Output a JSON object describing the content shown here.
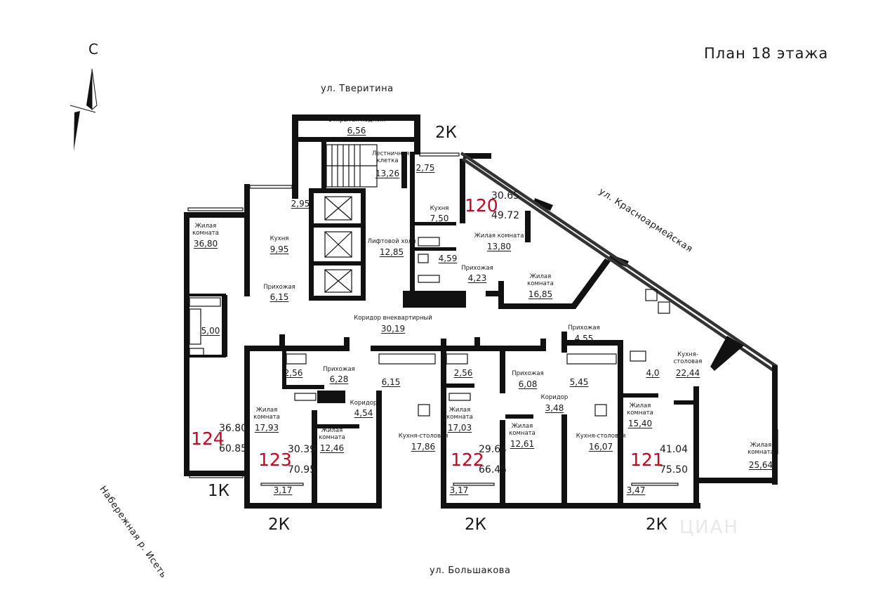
{
  "plan_title": "План 18 этажа",
  "north_label": "С",
  "streets": {
    "top": "ул. Тверитина",
    "diagonal": "ул. Красноармейская",
    "left": "Набережная р. Исеть",
    "bottom": "ул. Большакова"
  },
  "room_types": {
    "top": "2К",
    "left": "1К",
    "bottom_left": "2К",
    "bottom_middle": "2К",
    "bottom_right": "2К"
  },
  "watermark": "ЦИАН",
  "apartments": [
    {
      "number": "120",
      "living": "30.65",
      "total": "49.72"
    },
    {
      "number": "124",
      "living": "36.80",
      "total": "60.85"
    },
    {
      "number": "123",
      "living": "30.39",
      "total": "70.95"
    },
    {
      "number": "122",
      "living": "29.64",
      "total": "66.45"
    },
    {
      "number": "121",
      "living": "41.04",
      "total": "75.50"
    }
  ],
  "rooms": [
    {
      "name": "Открытая лоджия",
      "area": "6,56"
    },
    {
      "name": "Лестничная клетка",
      "area": "13,26"
    },
    {
      "name": "Лифтовой холл",
      "area": "12,85"
    },
    {
      "name": "Коридор внеквартирный",
      "area": "30,19"
    },
    {
      "name": "",
      "area": "2,75"
    },
    {
      "name": "Кухня",
      "area": "7,50"
    },
    {
      "name": "",
      "area": "4,59"
    },
    {
      "name": "Жилая комната",
      "area": "13,80"
    },
    {
      "name": "Прихожая",
      "area": "4,23"
    },
    {
      "name": "Жилая комната",
      "area": "16,85"
    },
    {
      "name": "",
      "area": "2,95"
    },
    {
      "name": "Кухня",
      "area": "9,95"
    },
    {
      "name": "Прихожая",
      "area": "6,15"
    },
    {
      "name": "Жилая комната",
      "area": "36,80"
    },
    {
      "name": "",
      "area": "5,00"
    },
    {
      "name": "",
      "area": "2,56"
    },
    {
      "name": "Прихожая",
      "area": "6,28"
    },
    {
      "name": "Коридор",
      "area": "4,54"
    },
    {
      "name": "Жилая комната",
      "area": "17,93"
    },
    {
      "name": "Жилая комната",
      "area": "12,46"
    },
    {
      "name": "",
      "area": "3,17"
    },
    {
      "name": "",
      "area": "6,15"
    },
    {
      "name": "Кухня-столовая",
      "area": "17,86"
    },
    {
      "name": "",
      "area": "2,56"
    },
    {
      "name": "Жилая комната",
      "area": "17,03"
    },
    {
      "name": "",
      "area": "3,17"
    },
    {
      "name": "Прихожая",
      "area": "6,08"
    },
    {
      "name": "Коридор",
      "area": "3,48"
    },
    {
      "name": "Жилая комната",
      "area": "12,61"
    },
    {
      "name": "Прихожая",
      "area": "4,55"
    },
    {
      "name": "",
      "area": "5,45"
    },
    {
      "name": "Кухня-столовая",
      "area": "16,07"
    },
    {
      "name": "",
      "area": "4,0"
    },
    {
      "name": "Кухня-столовая",
      "area": "22,44"
    },
    {
      "name": "Жилая комната",
      "area": "15,40"
    },
    {
      "name": "",
      "area": "3,47"
    },
    {
      "name": "Жилая комната",
      "area": "25,64"
    }
  ],
  "colors": {
    "apartment_number": "#d0021b",
    "walls": "#111111"
  }
}
